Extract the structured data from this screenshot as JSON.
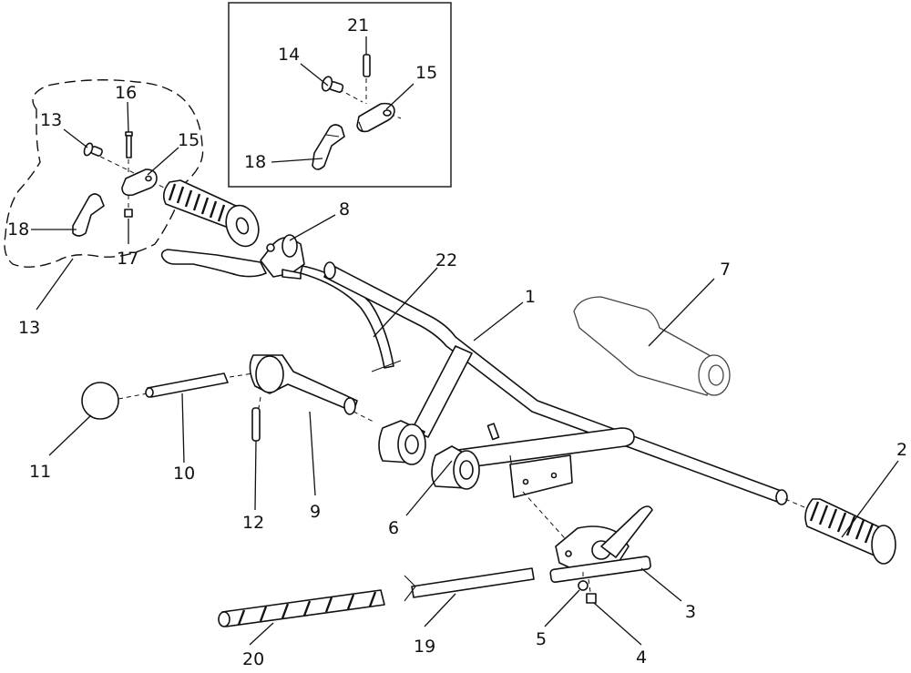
{
  "callouts": [
    "1",
    "2",
    "3",
    "4",
    "5",
    "6",
    "7",
    "8",
    "9",
    "10",
    "11",
    "12",
    "13",
    "14",
    "14",
    "15",
    "15",
    "16",
    "17",
    "18",
    "18",
    "19",
    "20",
    "21",
    "22"
  ]
}
